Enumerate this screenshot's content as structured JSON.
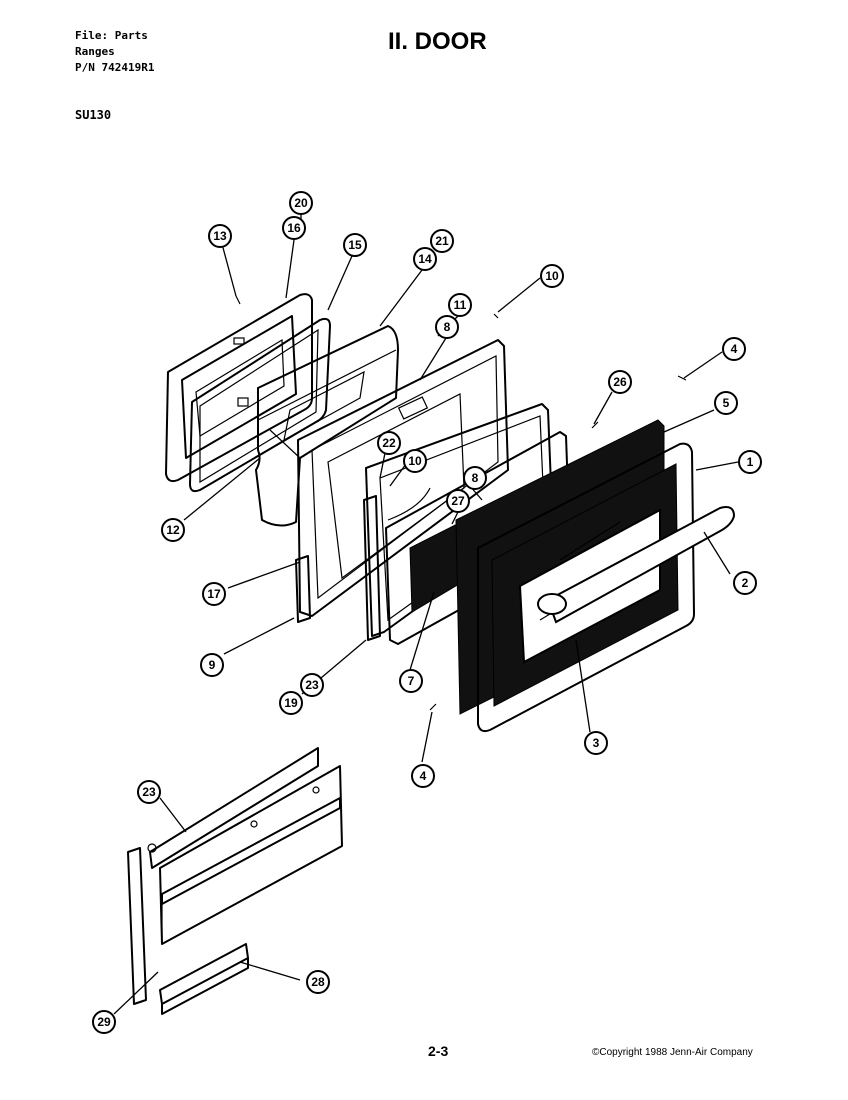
{
  "header": {
    "file_line": "File: Parts",
    "category_line": "Ranges",
    "part_number_line": "P/N 742419R1",
    "model": "SU130"
  },
  "title": "II. DOOR",
  "footer": {
    "page": "2-3",
    "copyright": "©Copyright 1988 Jenn-Air Company"
  },
  "callouts": {
    "c20": "20",
    "c16": "16",
    "c13": "13",
    "c15": "15",
    "c21": "21",
    "c14": "14",
    "c10a": "10",
    "c11": "11",
    "c8a": "8",
    "c4a": "4",
    "c26": "26",
    "c5": "5",
    "c22": "22",
    "c10b": "10",
    "c8b": "8",
    "c1": "1",
    "c27": "27",
    "c12": "12",
    "c2": "2",
    "c17": "17",
    "c9": "9",
    "c7": "7",
    "c3": "3",
    "c19": "19",
    "c23a": "23",
    "c4b": "4",
    "c23b": "23",
    "c28": "28",
    "c29": "29"
  }
}
